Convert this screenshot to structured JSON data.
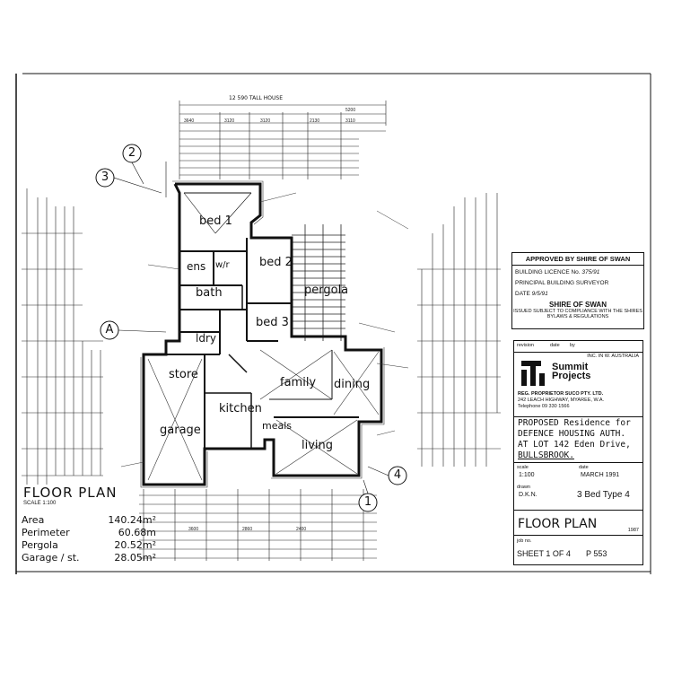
{
  "plan": {
    "top_dim": "12 590 TALL HOUSE",
    "rooms": {
      "bed1": "bed 1",
      "bed2": "bed 2",
      "bed3": "bed 3",
      "ens": "ens",
      "wir": "w/r",
      "bath": "bath",
      "pergola": "pergola",
      "ldry": "ldry",
      "store": "store",
      "family": "family",
      "dining": "dining",
      "kitchen": "kitchen",
      "garage": "garage",
      "meals": "meals",
      "living": "living"
    },
    "grid_labels": [
      "2",
      "3",
      "A",
      "1",
      "4"
    ]
  },
  "floor_plan": {
    "title": "FLOOR PLAN",
    "scale": "SCALE 1:100",
    "areas": [
      {
        "label": "Area",
        "value": "140.24m²"
      },
      {
        "label": "Perimeter",
        "value": "60.68m"
      },
      {
        "label": "Pergola",
        "value": "20.52m²"
      },
      {
        "label": "Garage / st.",
        "value": "28.05m²"
      }
    ]
  },
  "approval_stamp": {
    "heading": "APPROVED BY SHIRE OF SWAN",
    "licence_label": "BUILDING LICENCE No.",
    "licence_no": "375/91",
    "surveyor_label": "PRINCIPAL BUILDING SURVEYOR",
    "date_label": "DATE",
    "date": "9/5/91",
    "shire": "SHIRE OF SWAN",
    "conditions": "ISSUED SUBJECT TO COMPLIANCE WITH THE SHIRES BYLAWS & REGULATIONS"
  },
  "title_block": {
    "revision_label": "revision",
    "date_label": "date",
    "by_label": "by",
    "inc": "INC. IN W. AUSTRALIA",
    "company_line1": "Summit",
    "company_line2": "Projects",
    "reg": "REG. PROPRIETOR SUCO PTY. LTD.",
    "address": "242 LEACH HIGHWAY, MYAREE, W.A.",
    "phone": "Telephone 09 330 1566",
    "project": [
      "PROPOSED Residence for",
      "DEFENCE HOUSING AUTH.",
      "AT LOT 142 Eden Drive,",
      "BULLSBROOK."
    ],
    "scale_label": "scale",
    "scale": "1:100",
    "date_field_label": "date",
    "date": "MARCH 1991",
    "drawn_label": "drawn",
    "drawn": "D.K.N.",
    "type": "3 Bed Type 4",
    "sheet_title": "FLOOR PLAN",
    "year": "1987",
    "job_label": "job no.",
    "sheet": "SHEET 1 OF 4",
    "plan_no": "P 553"
  }
}
